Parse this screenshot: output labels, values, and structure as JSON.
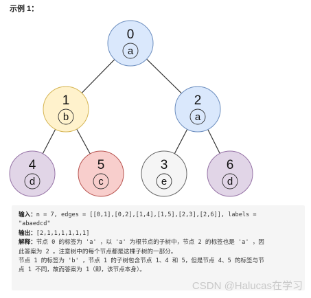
{
  "title": "示例 1：",
  "tree": {
    "nodes": [
      {
        "id": "0",
        "label": "a",
        "fill": "#dae8fc",
        "stroke": "#6c8ebf"
      },
      {
        "id": "1",
        "label": "b",
        "fill": "#fff2cc",
        "stroke": "#d6b656"
      },
      {
        "id": "2",
        "label": "a",
        "fill": "#dae8fc",
        "stroke": "#6c8ebf"
      },
      {
        "id": "4",
        "label": "d",
        "fill": "#e1d5e7",
        "stroke": "#9673a6"
      },
      {
        "id": "5",
        "label": "c",
        "fill": "#f8cecc",
        "stroke": "#b85450"
      },
      {
        "id": "3",
        "label": "e",
        "fill": "#f5f5f5",
        "stroke": "#666666"
      },
      {
        "id": "6",
        "label": "d",
        "fill": "#e1d5e7",
        "stroke": "#9673a6"
      }
    ],
    "edges": [
      [
        "0",
        "1"
      ],
      [
        "0",
        "2"
      ],
      [
        "1",
        "4"
      ],
      [
        "1",
        "5"
      ],
      [
        "2",
        "3"
      ],
      [
        "2",
        "6"
      ]
    ]
  },
  "example": {
    "input_label": "输入：",
    "input_text": "n = 7, edges = [[0,1],[0,2],[1,4],[1,5],[2,3],[2,6]], labels =",
    "input_text_2": "\"abaedcd\"",
    "output_label": "输出：",
    "output_text": "[2,1,1,1,1,1,1]",
    "explain_label": "解释：",
    "explain_1": "节点 0 的标签为 'a' ，以 'a' 为根节点的子树中，节点 2 的标签也是 'a' ，因",
    "explain_2": "此答案为 2 。注意树中的每个节点都是这棵子树的一部分。",
    "explain_3": "节点 1 的标签为 'b' ，节点 1 的子树包含节点 1、4 和 5，但是节点 4、5 的标签与节",
    "explain_4": "点 1 不同，故而答案为 1（即，该节点本身）。"
  },
  "watermark": "CSDN @Halucas在学习"
}
